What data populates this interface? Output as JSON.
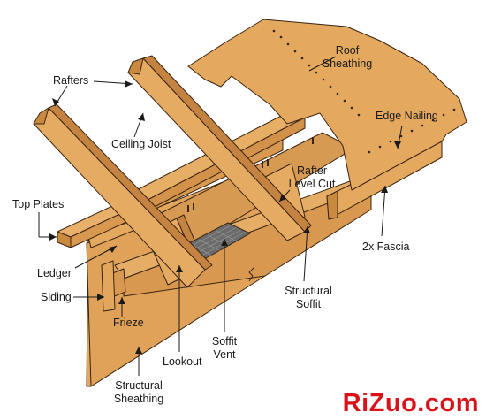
{
  "labels": {
    "rafters": "Rafters",
    "ceiling_joist": "Ceiling Joist",
    "top_plates": "Top Plates",
    "ledger": "Ledger",
    "siding": "Siding",
    "frieze": "Frieze",
    "lookout": "Lookout",
    "soffit_vent_1": "Soffit",
    "soffit_vent_2": "Vent",
    "structural_sheathing_1": "Structural",
    "structural_sheathing_2": "Sheathing",
    "structural_soffit_1": "Structural",
    "structural_soffit_2": "Soffit",
    "fascia": "2x Fascia",
    "rafter_level_cut_1": "Rafter",
    "rafter_level_cut_2": "Level Cut",
    "edge_nailing": "Edge Nailing",
    "roof_sheathing_1": "Roof",
    "roof_sheathing_2": "Sheathing"
  },
  "watermark": "RiZuo.com",
  "colors": {
    "wood": "#e4a85e",
    "wood_dark": "#c9893f",
    "wood_shadow": "#b8783a",
    "outline": "#3a2412",
    "vent": "#555555",
    "watermark": "#d8141a"
  }
}
